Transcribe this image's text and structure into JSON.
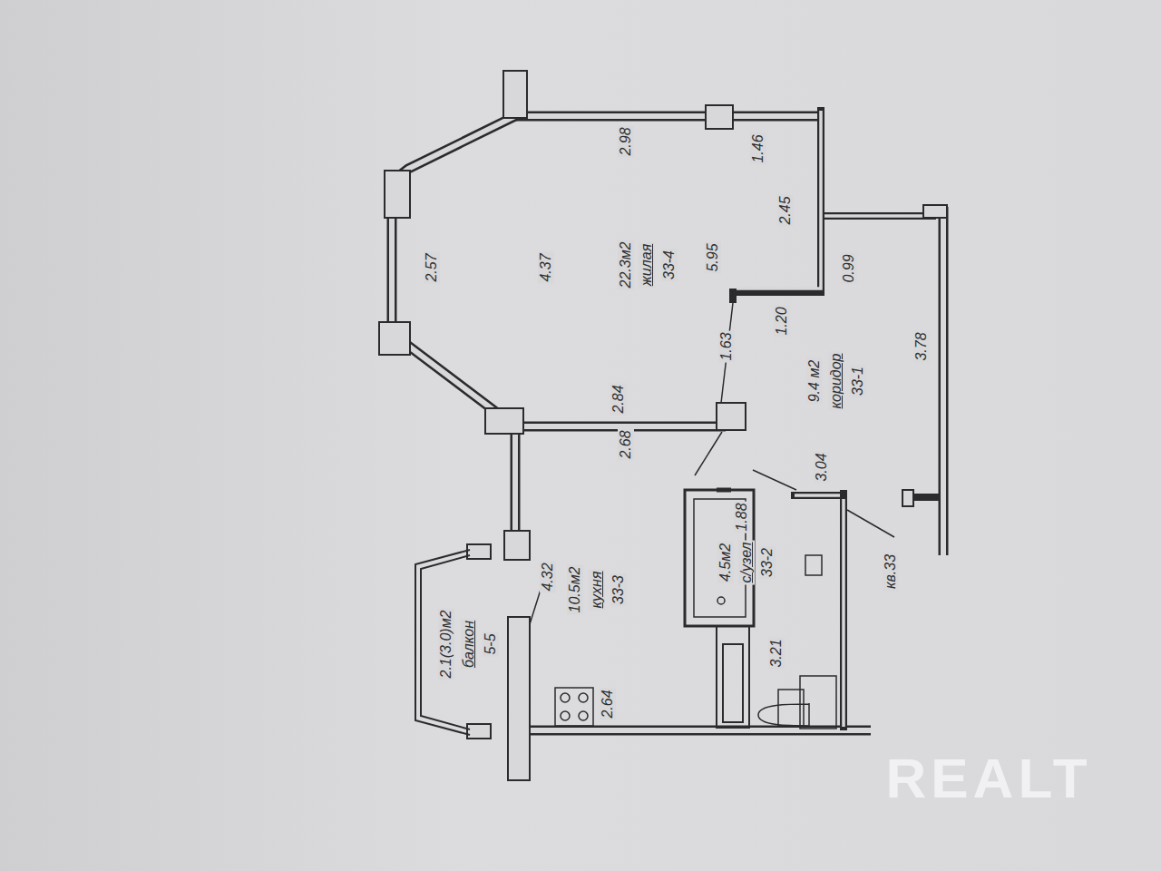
{
  "diagram": {
    "nodes": [
      {
        "text": [
          "33-1",
          "коридор",
          "9.4 м2"
        ]
      },
      {
        "text": [
          "33-2",
          "с/узел",
          "4.5м2"
        ]
      },
      {
        "text": [
          "33-3",
          "кухня",
          "10.5м2"
        ]
      },
      {
        "text": [
          "33-4",
          "жилая",
          "22.3м2"
        ]
      },
      {
        "text": [
          "5-5",
          "балкон",
          "2.1(3.0)м2"
        ]
      }
    ],
    "labels": [
      "2.98",
      "1.46",
      "2.45",
      "5.95",
      "4.37",
      "2.57",
      "0.99",
      "1.20",
      "1.63",
      "2.84",
      "2.68",
      "3.78",
      "3.04",
      "1.88",
      "4.32",
      "3.21",
      "2.64",
      "кв.33",
      "REALT"
    ]
  }
}
